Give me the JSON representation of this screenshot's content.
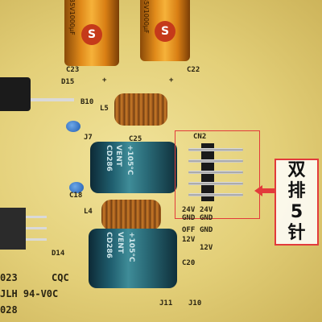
{
  "silkscreen": {
    "c23": "C23",
    "c22": "C22",
    "d15": "D15",
    "b10": "B10",
    "l5": "L5",
    "j7": "J7",
    "c25": "C25",
    "cn2": "CN2",
    "c18": "C18",
    "l4": "L4",
    "d14": "D14",
    "c20": "C20",
    "j11": "J11",
    "j10": "J10",
    "board_no": "023",
    "cqc": "CQC",
    "model": "JLH 94-V0C",
    "date": "028",
    "rail_24v_a": "24V",
    "rail_24v_b": "24V",
    "gnd_a": "GND",
    "gnd_b": "GND",
    "v12_a": "12V",
    "v12_b": "12V",
    "off": "OFF",
    "gnd_c": "GND",
    "plus": "+"
  },
  "orange_caps": {
    "left_text": "35V1000µF",
    "right_text": "35V1000µF",
    "logo": "S"
  },
  "blue_caps": {
    "brand": "VENT",
    "series": "CD286",
    "temp": "+105°C"
  },
  "callout": {
    "line1": "双",
    "line2": "排",
    "line3": "5",
    "line4": "针"
  },
  "colors": {
    "pcb": "#e8d68a",
    "callout_red": "#e23b3b",
    "cap_blue": "#1f5e6e",
    "cap_orange": "#e08a1a"
  }
}
